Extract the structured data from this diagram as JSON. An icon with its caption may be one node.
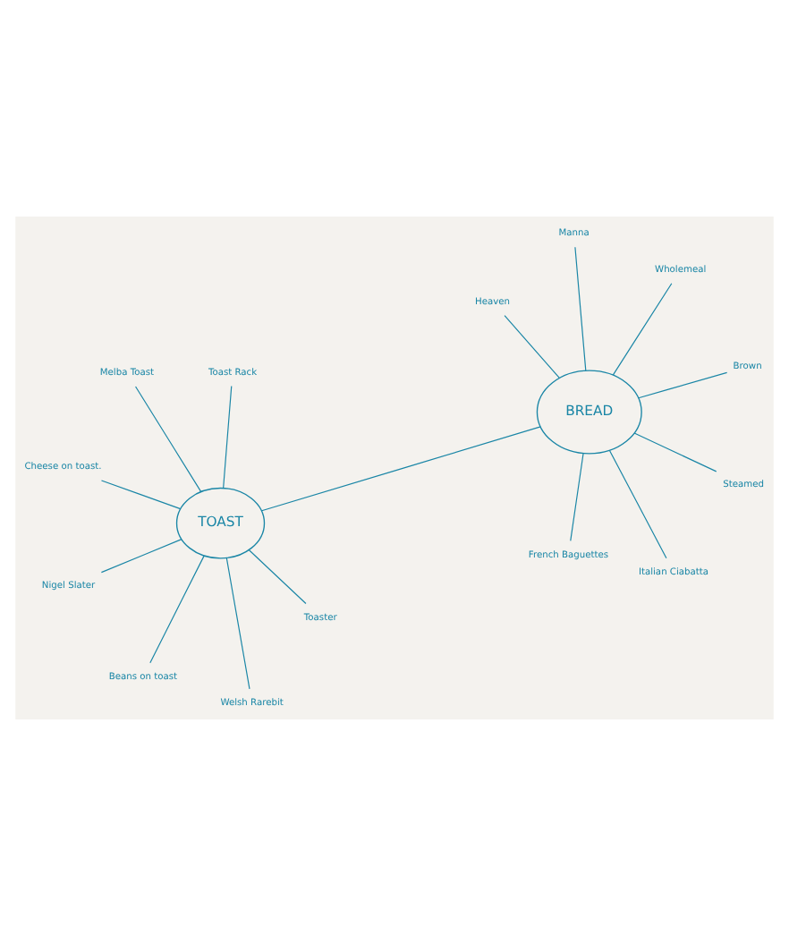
{
  "diagram": {
    "nodes": [
      {
        "text": [
          "TOAST"
        ]
      },
      {
        "text": [
          "Toaster"
        ]
      },
      {
        "text": [
          "Beans on toast"
        ]
      },
      {
        "text": [
          "Melba Toast"
        ]
      },
      {
        "text": [
          "Toast Rack"
        ]
      },
      {
        "text": [
          "Cheese on toast."
        ]
      },
      {
        "text": [
          "Nigel Slater"
        ]
      },
      {
        "text": [
          "Welsh Rarebit"
        ]
      },
      {
        "text": [
          "BREAD"
        ]
      },
      {
        "text": [
          "Italian Ciabatta"
        ]
      },
      {
        "text": [
          "French Baguettes"
        ]
      },
      {
        "text": [
          "Heaven"
        ]
      },
      {
        "text": [
          "Brown"
        ]
      },
      {
        "text": [
          "Wholemeal"
        ]
      },
      {
        "text": [
          "Manna"
        ]
      },
      {
        "text": [
          "Steamed"
        ]
      }
    ],
    "edges": [
      {
        "from": 0,
        "to": 1,
        "arrow": "none"
      },
      {
        "from": 0,
        "to": 2,
        "arrow": "none"
      },
      {
        "from": 0,
        "to": 3,
        "arrow": "none"
      },
      {
        "from": 0,
        "to": 4,
        "arrow": "none"
      },
      {
        "from": 0,
        "to": 5,
        "arrow": "none"
      },
      {
        "from": 0,
        "to": 6,
        "arrow": "none"
      },
      {
        "from": 0,
        "to": 7,
        "arrow": "none"
      },
      {
        "from": 0,
        "to": 8,
        "arrow": "none"
      },
      {
        "from": 8,
        "to": 9,
        "arrow": "none"
      },
      {
        "from": 8,
        "to": 10,
        "arrow": "none"
      },
      {
        "from": 8,
        "to": 11,
        "arrow": "none"
      },
      {
        "from": 8,
        "to": 12,
        "arrow": "none"
      },
      {
        "from": 8,
        "to": 13,
        "arrow": "none"
      },
      {
        "from": 8,
        "to": 14,
        "arrow": "none"
      },
      {
        "from": 8,
        "to": 15,
        "arrow": "none"
      }
    ]
  }
}
